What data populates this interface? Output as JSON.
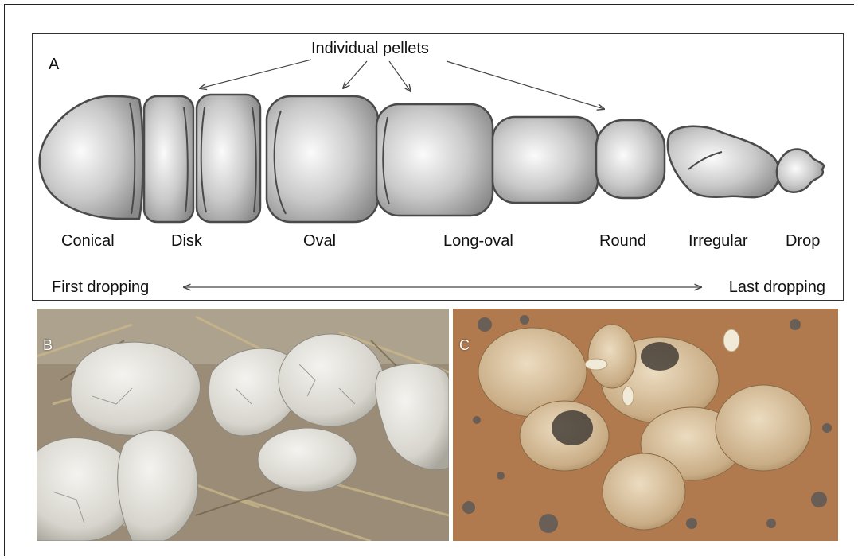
{
  "panel_a": {
    "letter": "A",
    "title": "Individual pellets",
    "shapes": [
      "Conical",
      "Disk",
      "Oval",
      "Long-oval",
      "Round",
      "Irregular",
      "Drop"
    ],
    "first_label": "First dropping",
    "last_label": "Last dropping"
  },
  "panel_b": {
    "letter": "B"
  },
  "panel_c": {
    "letter": "C"
  },
  "colors": {
    "pellet_fill": "#c8c8c8",
    "pellet_stroke": "#4a4a4a",
    "frame": "#333333"
  }
}
